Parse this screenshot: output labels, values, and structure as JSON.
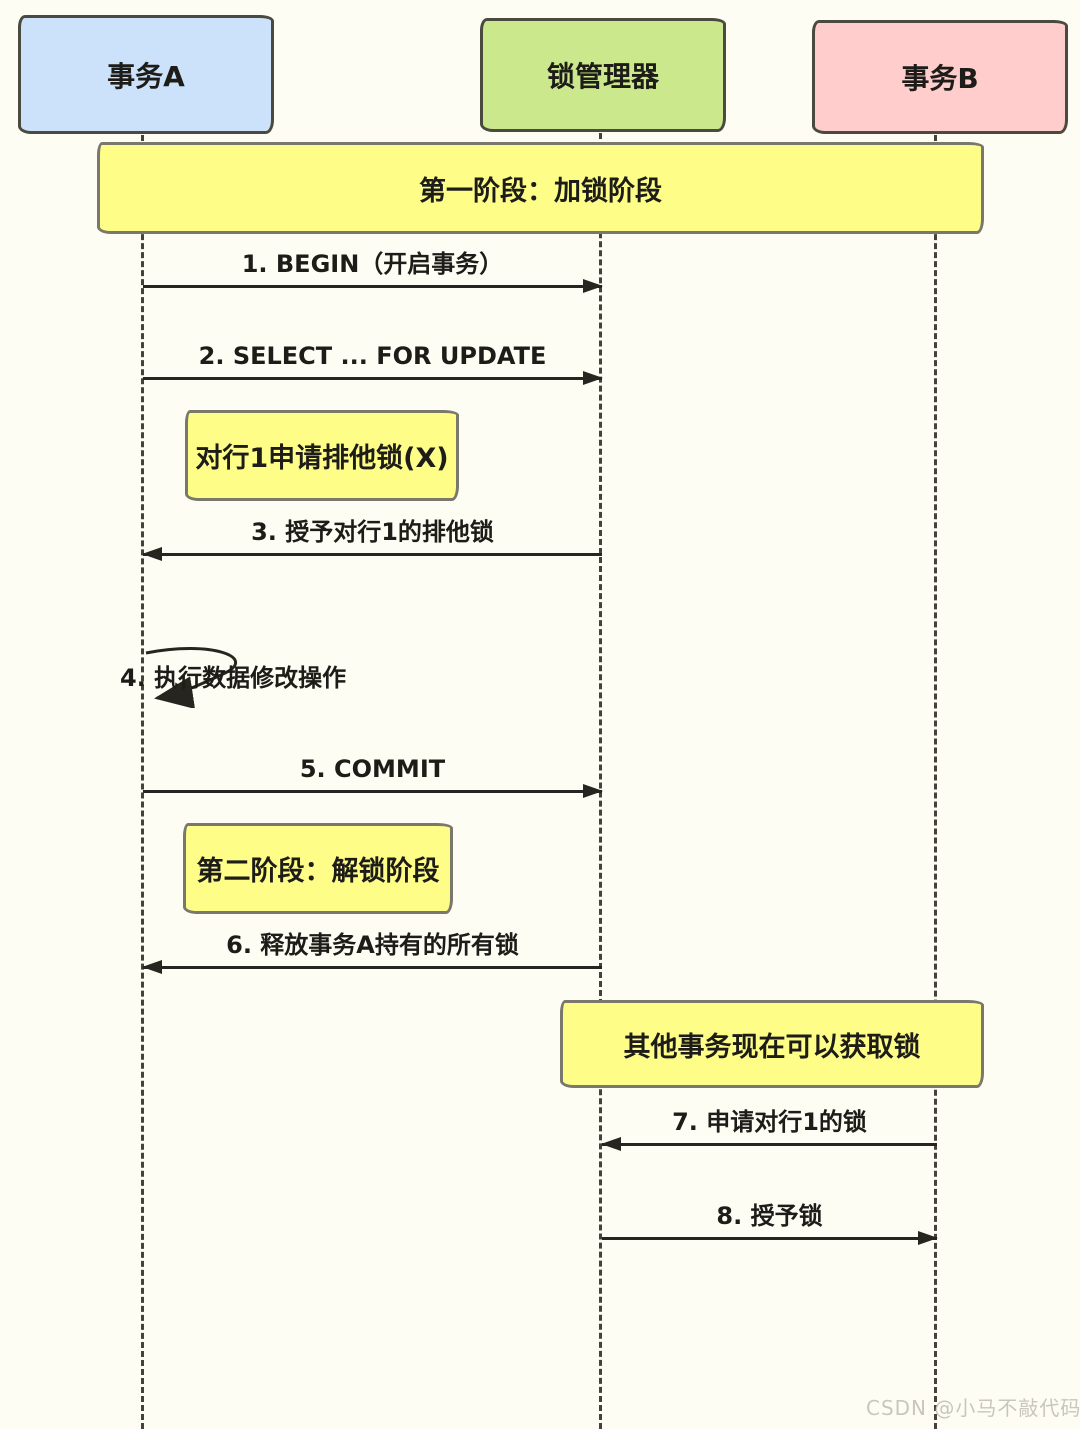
{
  "diagram_type": "sequence",
  "colors": {
    "background": "#fdfdf4",
    "actor_a_fill": "#cbe2fa",
    "lock_manager_fill": "#cbe98c",
    "actor_b_fill": "#ffcdcb",
    "note_fill": "#fdfd88",
    "line": "#26251f"
  },
  "actors": [
    {
      "id": "transaction-a",
      "label": "事务A"
    },
    {
      "id": "lock-manager",
      "label": "锁管理器"
    },
    {
      "id": "transaction-b",
      "label": "事务B"
    }
  ],
  "banners": [
    {
      "label": "第一阶段：加锁阶段"
    },
    {
      "label": "其他事务现在可以获取锁"
    }
  ],
  "notes": [
    {
      "label": "对行1申请排他锁(X)"
    },
    {
      "label": "第二阶段：解锁阶段"
    }
  ],
  "messages": [
    {
      "label": "1. BEGIN（开启事务）",
      "from": "事务A",
      "to": "锁管理器",
      "direction": "right"
    },
    {
      "label": "2. SELECT ... FOR UPDATE",
      "from": "事务A",
      "to": "锁管理器",
      "direction": "right"
    },
    {
      "label": "3. 授予对行1的排他锁",
      "from": "锁管理器",
      "to": "事务A",
      "direction": "left"
    },
    {
      "label": "4. 执行数据修改操作",
      "from": "事务A",
      "to": "事务A",
      "direction": "self"
    },
    {
      "label": "5. COMMIT",
      "from": "事务A",
      "to": "锁管理器",
      "direction": "right"
    },
    {
      "label": "6. 释放事务A持有的所有锁",
      "from": "锁管理器",
      "to": "事务A",
      "direction": "left"
    },
    {
      "label": "7. 申请对行1的锁",
      "from": "事务B",
      "to": "锁管理器",
      "direction": "left"
    },
    {
      "label": "8. 授予锁",
      "from": "锁管理器",
      "to": "事务B",
      "direction": "right"
    }
  ],
  "watermark": "CSDN @小马不敲代码"
}
